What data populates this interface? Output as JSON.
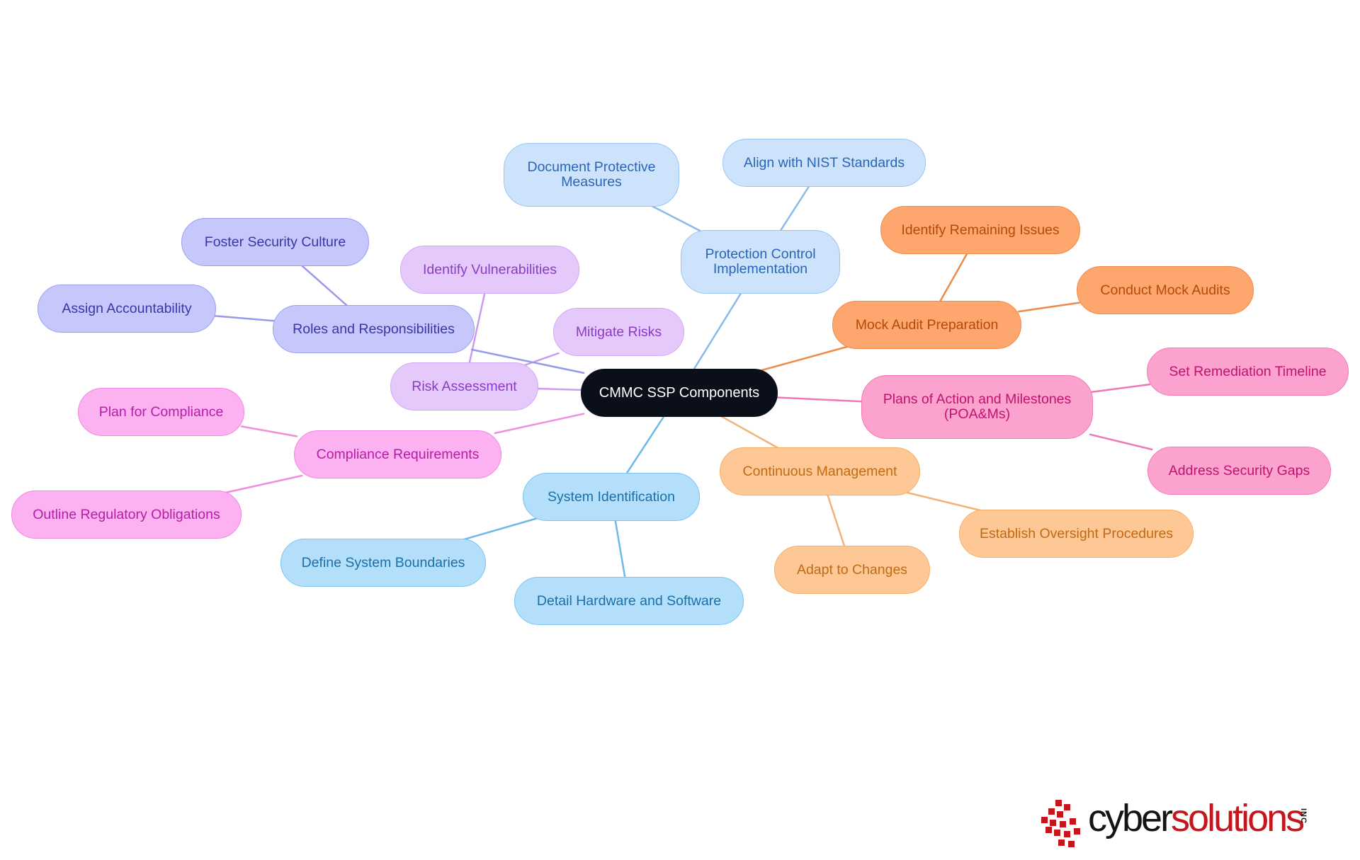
{
  "diagram": {
    "central": {
      "label": "CMMC SSP Components"
    },
    "branches": [
      {
        "key": "system_identification",
        "label": "System Identification",
        "color": {
          "fill": "#b3dffb",
          "border": "#7cc4f0",
          "text": "#1a6fa8",
          "line": "#6cb9e8"
        },
        "children": [
          {
            "label": "Define System Boundaries"
          },
          {
            "label": "Detail Hardware and Software"
          }
        ]
      },
      {
        "key": "protection_control",
        "label": "Protection Control Implementation",
        "color": {
          "fill": "#cde3fb",
          "border": "#9cc5f1",
          "text": "#2a64b8",
          "line": "#88bbea"
        },
        "children": [
          {
            "label": "Document Protective Measures"
          },
          {
            "label": "Align with NIST Standards"
          }
        ]
      },
      {
        "key": "mock_audit",
        "label": "Mock Audit Preparation",
        "color": {
          "fill": "#fda66d",
          "border": "#f08a46",
          "text": "#b34a0a",
          "line": "#ee8a4a"
        },
        "children": [
          {
            "label": "Identify Remaining Issues"
          },
          {
            "label": "Conduct Mock Audits"
          }
        ]
      },
      {
        "key": "poam",
        "label": "Plans of Action and Milestones (POA&Ms)",
        "color": {
          "fill": "#fca2cf",
          "border": "#f37ab7",
          "text": "#c0136e",
          "line": "#ee78b4"
        },
        "children": [
          {
            "label": "Set Remediation Timeline"
          },
          {
            "label": "Address Security Gaps"
          }
        ]
      },
      {
        "key": "continuous_management",
        "label": "Continuous Management",
        "color": {
          "fill": "#fdc895",
          "border": "#f6ae6a",
          "text": "#c06a14",
          "line": "#f1b276"
        },
        "children": [
          {
            "label": "Adapt to Changes"
          },
          {
            "label": "Establish Oversight Procedures"
          }
        ]
      },
      {
        "key": "compliance_requirements",
        "label": "Compliance Requirements",
        "color": {
          "fill": "#fcb1f0",
          "border": "#f287e1",
          "text": "#b51ea6",
          "line": "#ef8fdc"
        },
        "children": [
          {
            "label": "Plan for Compliance"
          },
          {
            "label": "Outline Regulatory Obligations"
          }
        ]
      },
      {
        "key": "risk_assessment",
        "label": "Risk Assessment",
        "color": {
          "fill": "#e6c9fb",
          "border": "#d3a8f5",
          "text": "#8a3cc4",
          "line": "#cc9bf0"
        },
        "children": [
          {
            "label": "Identify Vulnerabilities"
          },
          {
            "label": "Mitigate Risks"
          }
        ]
      },
      {
        "key": "roles_responsibilities",
        "label": "Roles and Responsibilities",
        "color": {
          "fill": "#c6c7fb",
          "border": "#9c9ef2",
          "text": "#3a35a8",
          "line": "#9799ea"
        },
        "children": [
          {
            "label": "Foster Security Culture"
          },
          {
            "label": "Assign Accountability"
          }
        ]
      }
    ]
  },
  "logo": {
    "word_part_1": "cyber",
    "word_part_2": "solutions",
    "suffix": "INC",
    "accent_color": "#c4161c",
    "text_color": "#141414"
  }
}
